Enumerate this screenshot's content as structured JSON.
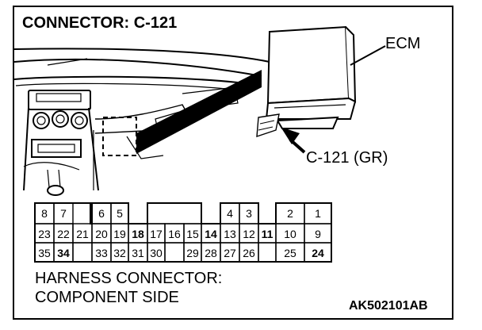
{
  "title": "CONNECTOR: C-121",
  "ecm_label": "ECM",
  "connector_label": "C-121 (GR)",
  "caption_line1": "HARNESS CONNECTOR:",
  "caption_line2": "COMPONENT SIDE",
  "figure_code": "AK502101AB",
  "pins": {
    "row1": [
      {
        "label": "8",
        "bold": false
      },
      {
        "label": "7",
        "bold": false
      },
      {
        "label": "",
        "bold": false
      },
      {
        "label": "6",
        "bold": false
      },
      {
        "label": "5",
        "bold": false
      },
      {
        "label": "",
        "bold": false
      },
      {
        "label": "",
        "bold": false
      },
      {
        "label": "",
        "bold": false
      },
      {
        "label": "",
        "bold": false
      },
      {
        "label": "",
        "bold": false
      },
      {
        "label": "4",
        "bold": false
      },
      {
        "label": "3",
        "bold": false
      },
      {
        "label": "",
        "bold": false
      },
      {
        "label": "2",
        "bold": false
      },
      {
        "label": "1",
        "bold": false
      }
    ],
    "row2": [
      {
        "label": "23",
        "bold": false
      },
      {
        "label": "22",
        "bold": false
      },
      {
        "label": "21",
        "bold": false
      },
      {
        "label": "20",
        "bold": false
      },
      {
        "label": "19",
        "bold": false
      },
      {
        "label": "18",
        "bold": true
      },
      {
        "label": "17",
        "bold": false
      },
      {
        "label": "16",
        "bold": false
      },
      {
        "label": "15",
        "bold": false
      },
      {
        "label": "14",
        "bold": true
      },
      {
        "label": "13",
        "bold": false
      },
      {
        "label": "12",
        "bold": false
      },
      {
        "label": "11",
        "bold": true
      },
      {
        "label": "10",
        "bold": false
      },
      {
        "label": "9",
        "bold": false
      }
    ],
    "row3": [
      {
        "label": "35",
        "bold": false
      },
      {
        "label": "34",
        "bold": true
      },
      {
        "label": "",
        "bold": false
      },
      {
        "label": "33",
        "bold": false
      },
      {
        "label": "32",
        "bold": false
      },
      {
        "label": "31",
        "bold": false
      },
      {
        "label": "30",
        "bold": false
      },
      {
        "label": "",
        "bold": false
      },
      {
        "label": "29",
        "bold": false
      },
      {
        "label": "28",
        "bold": false
      },
      {
        "label": "27",
        "bold": false
      },
      {
        "label": "26",
        "bold": false
      },
      {
        "label": "",
        "bold": false
      },
      {
        "label": "25",
        "bold": false
      },
      {
        "label": "24",
        "bold": true
      }
    ]
  }
}
